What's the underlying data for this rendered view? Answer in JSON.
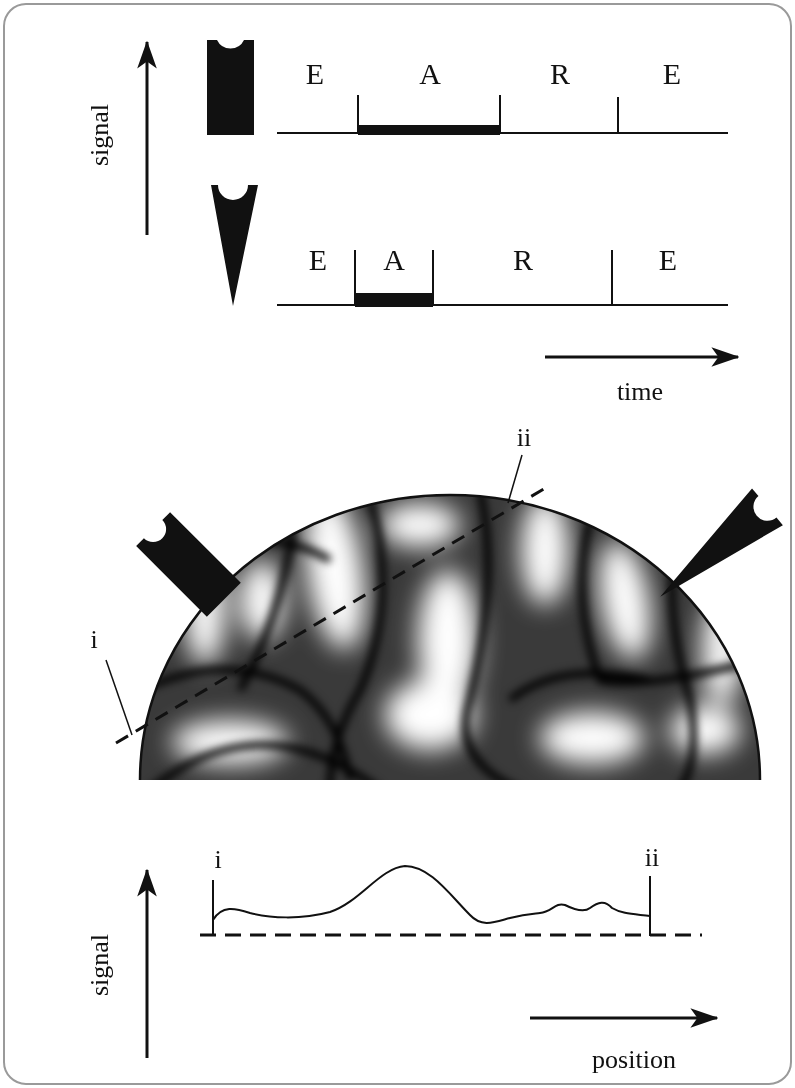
{
  "diagram": {
    "labels": [
      "signal",
      "E",
      "A",
      "R",
      "E",
      "E",
      "A",
      "R",
      "E",
      "time",
      "ii",
      "i",
      "i",
      "ii",
      "signal",
      "position"
    ]
  }
}
